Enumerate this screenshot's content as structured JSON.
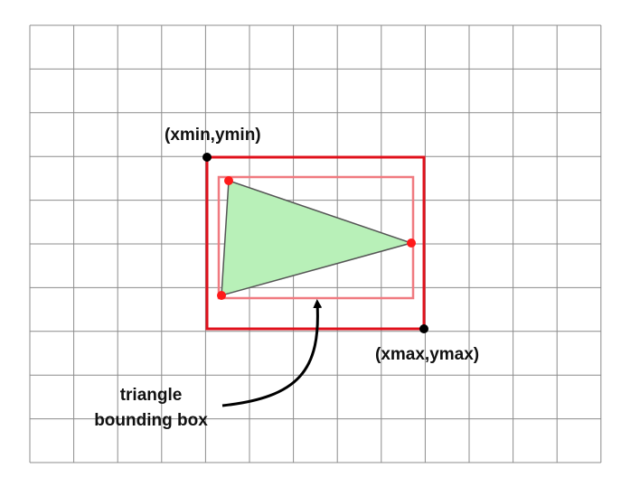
{
  "labels": {
    "min_corner": "(xmin,ymin)",
    "max_corner": "(xmax,ymax)",
    "caption_line1": "triangle",
    "caption_line2": "bounding box"
  },
  "colors": {
    "grid": "#8c8c8c",
    "bounding_box": "#e0101b",
    "tight_box": "#f07a80",
    "triangle_fill": "#b8f0b8",
    "triangle_stroke": "#555555",
    "vertex": "#ff1a1a",
    "corner_dot": "#000000",
    "arrow": "#000000"
  }
}
